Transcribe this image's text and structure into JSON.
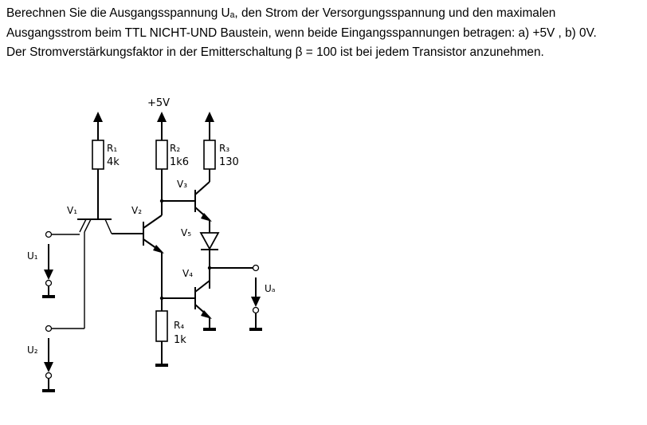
{
  "task": {
    "line1": "Berechnen Sie die Ausgangsspannung Uₐ,  den Strom der Versorgungsspannung und den maximalen",
    "line2": "Ausgangsstrom beim TTL NICHT-UND Baustein, wenn beide Eingangsspannungen betragen: a) +5V , b) 0V.",
    "line3": "Der Stromverstärkungsfaktor in der Emitterschaltung β = 100 ist bei jedem Transistor anzunehmen."
  },
  "circuit": {
    "supply": "+5V",
    "r1_name": "R₁",
    "r1_value": "4k",
    "r2_name": "R₂",
    "r2_value": "1k6",
    "r3_name": "R₃",
    "r3_value": "130",
    "r4_name": "R₄",
    "r4_value": "1k",
    "v1": "V₁",
    "v2": "V₂",
    "v3": "V₃",
    "v4": "V₄",
    "v5": "V₅",
    "u1": "U₁",
    "u2": "U₂",
    "ua": "Uₐ"
  }
}
